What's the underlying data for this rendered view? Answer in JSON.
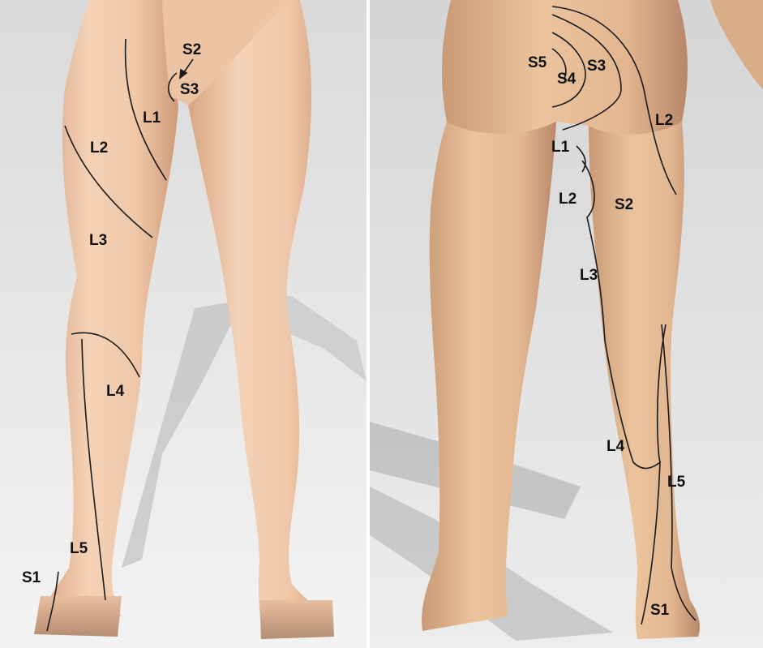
{
  "colors": {
    "background_top": "#dcdcdc",
    "background_bottom": "#f4f4f4",
    "skin_light": "#f2cdb0",
    "skin_mid": "#e1b08d",
    "skin_shadow": "#c48f6c",
    "back_skin_light": "#e8bf97",
    "back_skin_shadow": "#b9896a",
    "dermatome_line": "#1a1a1a",
    "label_text": "#111111",
    "floor_shadow": "#a8a8a8"
  },
  "front_view": {
    "labels": {
      "s2": "S2",
      "s3": "S3",
      "l1": "L1",
      "l2": "L2",
      "l3": "L3",
      "l4": "L4",
      "l5": "L5",
      "s1": "S1"
    }
  },
  "back_view": {
    "labels": {
      "s5": "S5",
      "s4": "S4",
      "s3": "S3",
      "l2_outer": "L2",
      "l1": "L1",
      "l2_inner": "L2",
      "s2": "S2",
      "l3": "L3",
      "l4": "L4",
      "l5": "L5",
      "s1": "S1"
    }
  }
}
